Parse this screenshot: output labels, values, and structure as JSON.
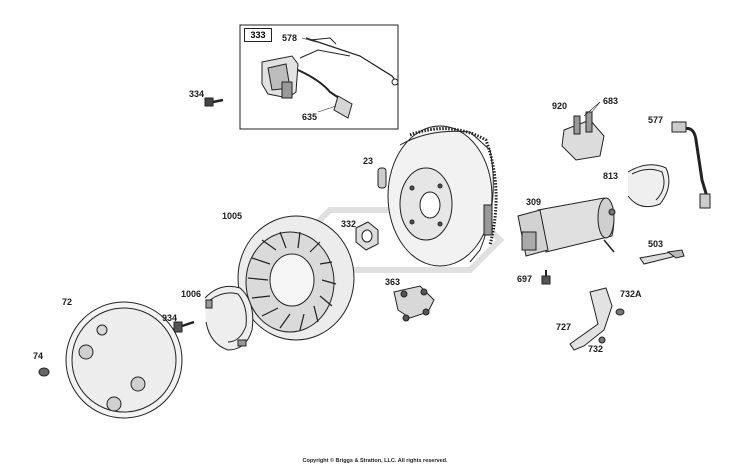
{
  "labels": {
    "l333": "333",
    "l578": "578",
    "l334": "334",
    "l635": "635",
    "l920": "920",
    "l683": "683",
    "l577": "577",
    "l23": "23",
    "l813": "813",
    "l1005": "1005",
    "l309": "309",
    "l332": "332",
    "l503": "503",
    "l72": "72",
    "l1006": "1006",
    "l363": "363",
    "l697": "697",
    "l732a": "732A",
    "l934": "934",
    "l727": "727",
    "l732": "732",
    "l74": "74"
  },
  "copyright": "Copyright © Briggs & Stratton, LLC. All rights reserved.",
  "colors": {
    "line": "#222222",
    "shade": "#cfcfcf",
    "dark": "#555555"
  }
}
